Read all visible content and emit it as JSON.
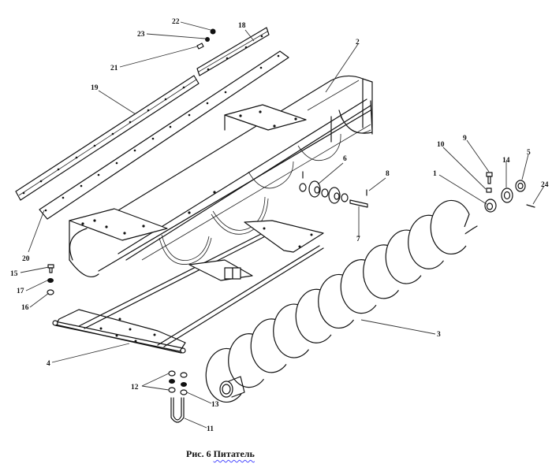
{
  "figure": {
    "caption_prefix": "Рис. 6",
    "caption_title": "Питатель"
  },
  "callouts": [
    {
      "id": "1",
      "part": "part-1"
    },
    {
      "id": "2",
      "part": "housing"
    },
    {
      "id": "3",
      "part": "auger"
    },
    {
      "id": "4",
      "part": "bottom-frame"
    },
    {
      "id": "5",
      "part": "washer"
    },
    {
      "id": "6",
      "part": "pulley"
    },
    {
      "id": "7",
      "part": "axle-pin"
    },
    {
      "id": "8",
      "part": "cotter-pin"
    },
    {
      "id": "9",
      "part": "bolt"
    },
    {
      "id": "10",
      "part": "nut"
    },
    {
      "id": "11",
      "part": "u-bolt"
    },
    {
      "id": "12",
      "part": "nut"
    },
    {
      "id": "13",
      "part": "nut"
    },
    {
      "id": "14",
      "part": "bearing"
    },
    {
      "id": "15",
      "part": "bolt"
    },
    {
      "id": "16",
      "part": "nut"
    },
    {
      "id": "17",
      "part": "washer"
    },
    {
      "id": "18",
      "part": "short-strip"
    },
    {
      "id": "19",
      "part": "long-strip"
    },
    {
      "id": "20",
      "part": "plate-strip"
    },
    {
      "id": "21",
      "part": "bolt"
    },
    {
      "id": "22",
      "part": "nut"
    },
    {
      "id": "23",
      "part": "washer"
    },
    {
      "id": "24",
      "part": "cotter-pin"
    }
  ]
}
